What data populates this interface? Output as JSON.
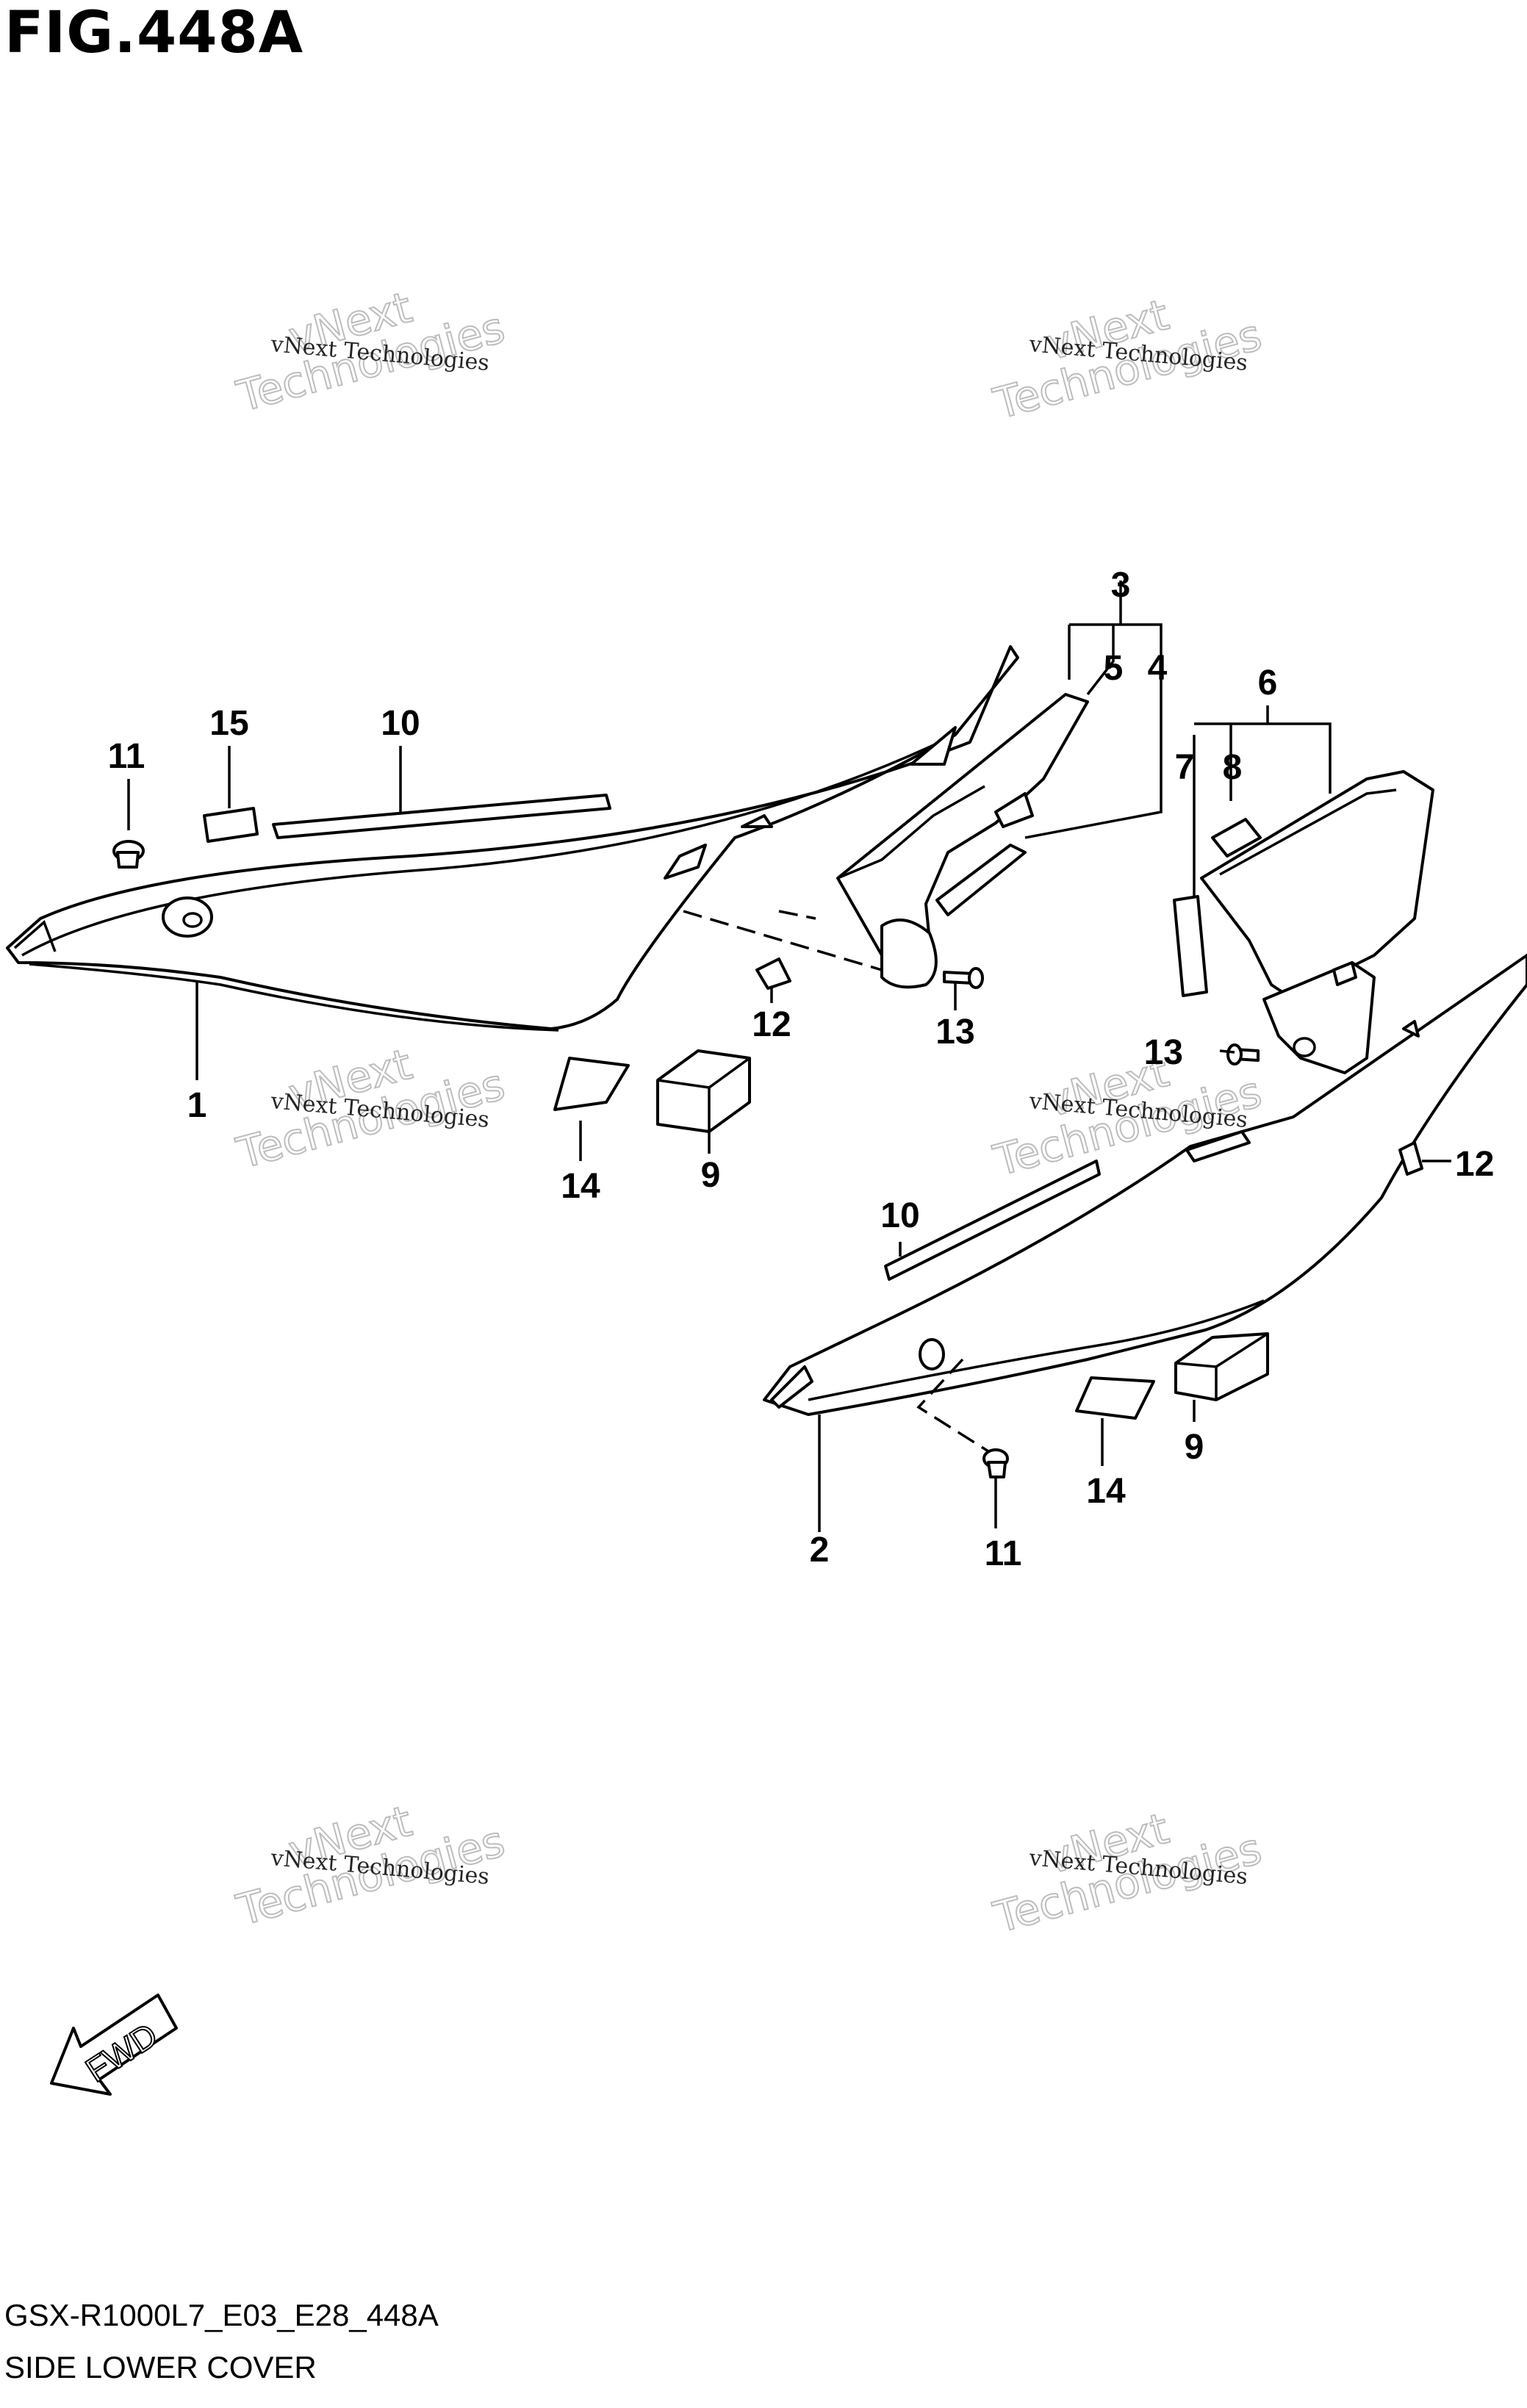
{
  "figure": {
    "title": "FIG.448A",
    "code": "GSX-R1000L7_E03_E28_448A",
    "name": "SIDE LOWER COVER"
  },
  "callouts": {
    "c1": "1",
    "c2": "2",
    "c3": "3",
    "c4": "4",
    "c5": "5",
    "c6": "6",
    "c7": "7",
    "c8": "8",
    "c9a": "9",
    "c9b": "9",
    "c10a": "10",
    "c10b": "10",
    "c11a": "11",
    "c11b": "11",
    "c12a": "12",
    "c12b": "12",
    "c13a": "13",
    "c13b": "13",
    "c14a": "14",
    "c14b": "14",
    "c15": "15"
  },
  "watermark": {
    "small": "vNext Technologies",
    "big_line1": "vNext",
    "big_line2": "Technologies"
  },
  "fwd_label": "FWD"
}
